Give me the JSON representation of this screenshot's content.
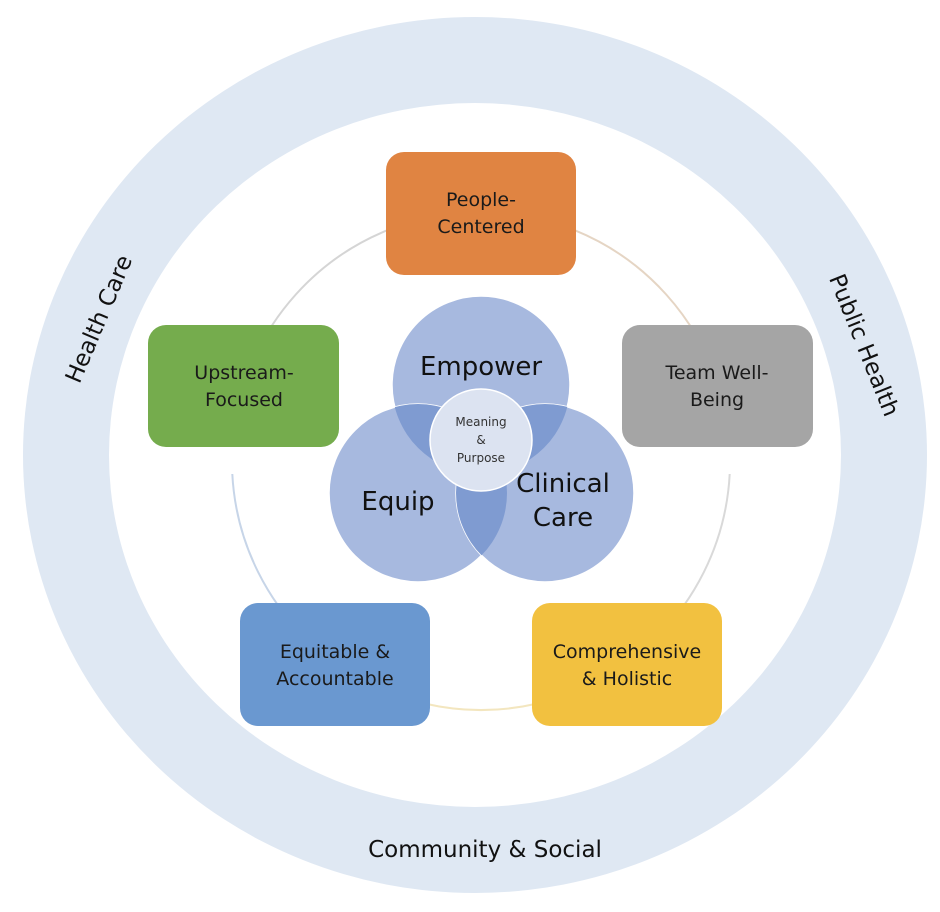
{
  "diagram": {
    "outer_ring": {
      "color": "#dfe8f3",
      "labels": {
        "left": "Health Care",
        "right": "Public Health",
        "bottom": "Community & Social"
      }
    },
    "connector": {
      "colors": [
        "#e5d5c4",
        "#d9d9d9",
        "#f3e6bf",
        "#c7d5e8",
        "#d5d5d5"
      ]
    },
    "boxes": [
      {
        "id": "people-centered",
        "lines": [
          "People-",
          "Centered"
        ],
        "color": "#e08442"
      },
      {
        "id": "team-well-being",
        "lines": [
          "Team Well-",
          "Being"
        ],
        "color": "#a5a5a5"
      },
      {
        "id": "comprehensive-holistic",
        "lines": [
          "Comprehensive",
          "& Holistic"
        ],
        "color": "#f2c140"
      },
      {
        "id": "equitable-accountable",
        "lines": [
          "Equitable &",
          "Accountable"
        ],
        "color": "#6a98d0"
      },
      {
        "id": "upstream-focused",
        "lines": [
          "Upstream-",
          "Focused"
        ],
        "color": "#75ac4d"
      }
    ],
    "venn": {
      "circle_color": "#a7b9df",
      "overlap_color": "#7f9bd1",
      "center_color": "#dce3f1",
      "circles": [
        {
          "id": "empower",
          "lines": [
            "Empower"
          ]
        },
        {
          "id": "equip",
          "lines": [
            "Equip"
          ]
        },
        {
          "id": "clinical-care",
          "lines": [
            "Clinical",
            "Care"
          ]
        }
      ],
      "center": {
        "id": "meaning-purpose",
        "lines": [
          "Meaning",
          "&",
          "Purpose"
        ]
      }
    }
  }
}
